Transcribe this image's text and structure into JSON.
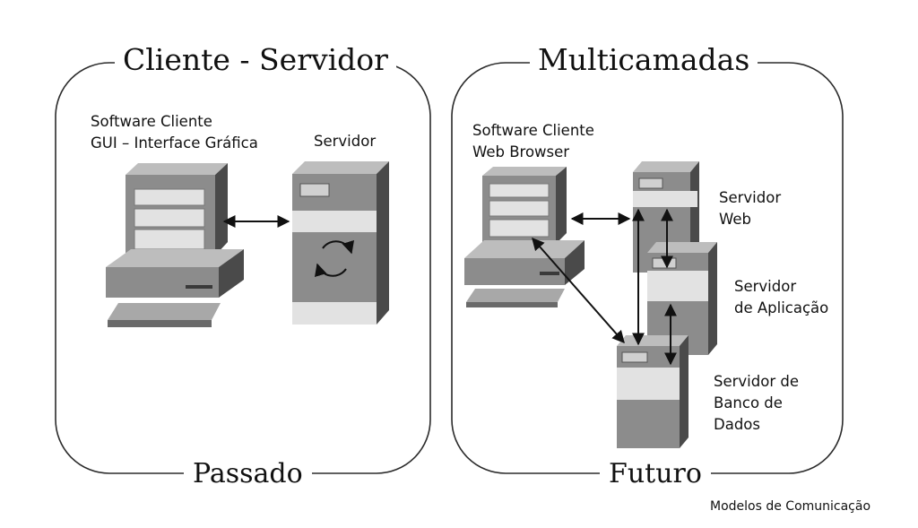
{
  "left_panel": {
    "title": "Cliente - Servidor",
    "footer": "Passado",
    "client_label": [
      "Software Cliente",
      "GUI – Interface Gráfica"
    ],
    "server_label": "Servidor"
  },
  "right_panel": {
    "title": "Multicamadas",
    "footer": "Futuro",
    "client_label": [
      "Software Cliente",
      "Web Browser"
    ],
    "web_server_label": [
      "Servidor",
      "Web"
    ],
    "app_server_label": [
      "Servidor",
      "de Aplicação"
    ],
    "db_server_label": [
      "Servidor de",
      "Banco de",
      "Dados"
    ]
  },
  "caption": "Modelos de Comunicação",
  "colors": {
    "front": "#8c8c8c",
    "side": "#4a4a4a",
    "top": "#bdbdbd",
    "slot": "#e2e2e2",
    "frame": "#2b2b2b"
  }
}
